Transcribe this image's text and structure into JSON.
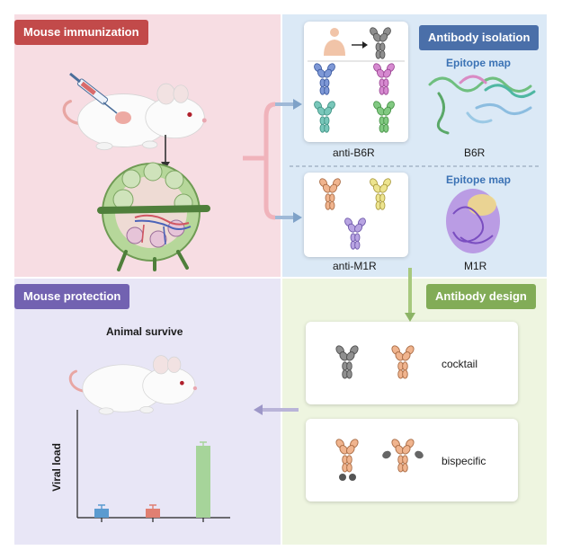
{
  "panels": {
    "mouse_immunization": {
      "title": "Mouse immunization",
      "color": "#c24a4a",
      "bg": "#f7dde3"
    },
    "antibody_isolation": {
      "title": "Antibody isolation",
      "color": "#4a6fa9",
      "bg": "#dbe9f6",
      "epitope_map_label_1": "Epitope map",
      "epitope_map_label_2": "Epitope map",
      "anti_b6r_label": "anti-B6R",
      "b6r_label": "B6R",
      "anti_m1r_label": "anti-M1R",
      "m1r_label": "M1R"
    },
    "mouse_protection": {
      "title": "Mouse protection",
      "color": "#7262b1",
      "bg": "#e8e6f6",
      "animal_survive_label": "Animal survive"
    },
    "antibody_design": {
      "title": "Antibody design",
      "color": "#82ac57",
      "bg": "#eef5e0",
      "cocktail_label": "cocktail",
      "bispecific_label": "bispecific"
    }
  },
  "chart_data": {
    "type": "bar",
    "title": "",
    "ylabel": "Viral load",
    "xlabel": "",
    "categories": [
      "",
      "",
      ""
    ],
    "values": [
      0.1,
      0.1,
      0.8
    ],
    "errors": [
      0.04,
      0.04,
      0.04
    ],
    "colors": [
      "#5b9bd0",
      "#e07f72",
      "#a6d49a"
    ],
    "ylim": [
      0,
      1.2
    ]
  }
}
